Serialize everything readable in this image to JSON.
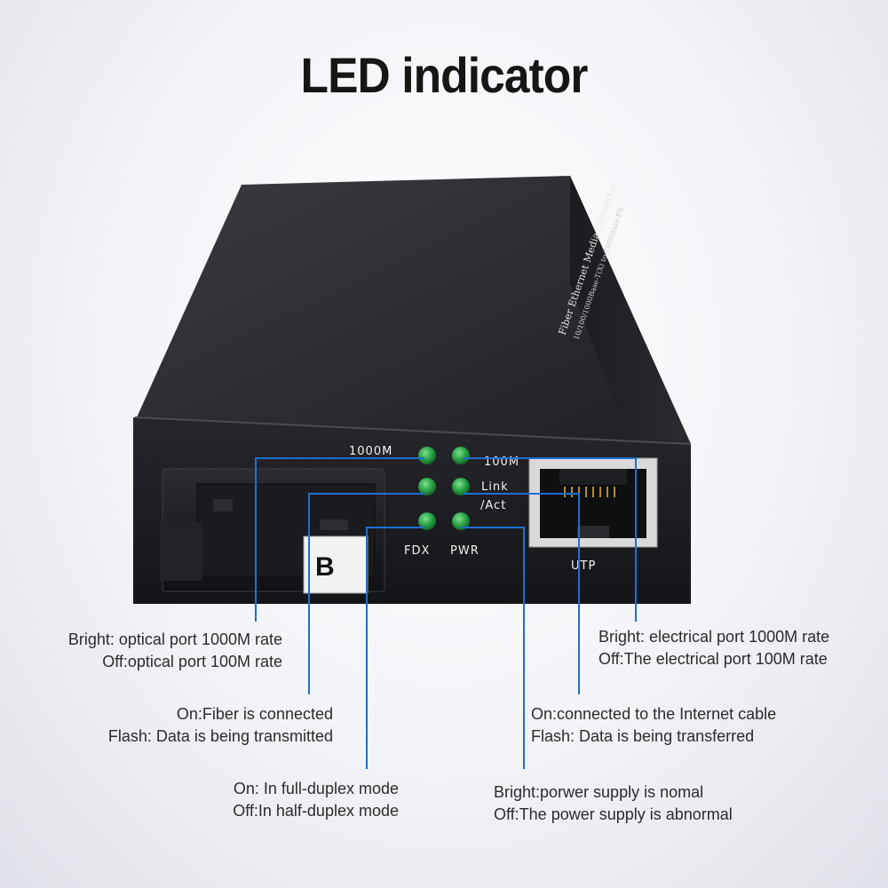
{
  "title": "LED indicator",
  "device": {
    "side_label_main": "Fiber Ethernet Media Converter",
    "side_label_sub": "10/100/1000Base-T(X) to 1000Base-FX",
    "port_tag": "B",
    "led_labels": {
      "1000m": "1000M",
      "100m": "100M",
      "link": "Link",
      "act": "/Act",
      "fdx": "FDX",
      "pwr": "PWR"
    },
    "utp_label": "UTP"
  },
  "annotations": {
    "optical_rate": {
      "line1": "Bright: optical port 1000M rate",
      "line2": "Off:optical port 100M rate"
    },
    "fiber_link": {
      "line1": "On:Fiber is connected",
      "line2": "Flash: Data is being transmitted"
    },
    "duplex": {
      "line1": "On: In full-duplex mode",
      "line2": "Off:In half-duplex mode"
    },
    "electrical_rate": {
      "line1": "Bright: electrical port 1000M rate",
      "line2": "Off:The electrical port 100M rate"
    },
    "utp_link": {
      "line1": "On:connected to the Internet cable",
      "line2": "Flash: Data is being transferred"
    },
    "power": {
      "line1": "Bright:porwer supply is nomal",
      "line2": "Off:The power supply is abnormal"
    }
  },
  "colors": {
    "leader_line": "#1f6fd1",
    "led_green": "#2fa84a",
    "case_dark": "#1d1e22"
  }
}
